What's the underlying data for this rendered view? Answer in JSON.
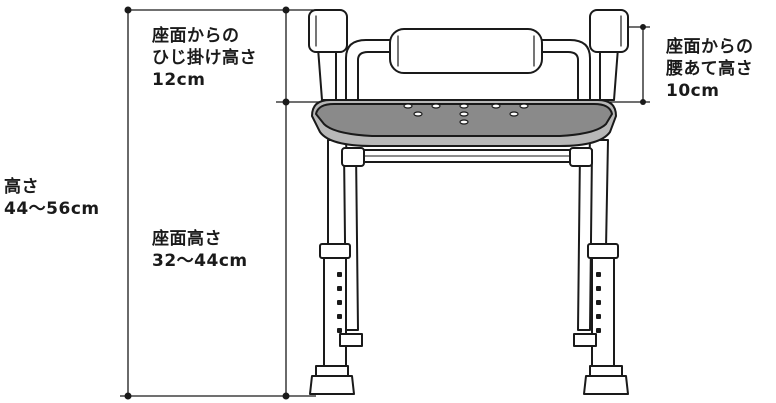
{
  "labels": {
    "total_height": {
      "line1": "高さ",
      "line2": "44～56cm"
    },
    "seat_height": {
      "line1": "座面高さ",
      "line2": "32～44cm"
    },
    "armrest_height": {
      "line1": "座面からの",
      "line2": "ひじ掛け高さ",
      "line3": "12cm"
    },
    "backrest_height": {
      "line1": "座面からの",
      "line2": "腰あて高さ",
      "line3": "10cm"
    }
  },
  "colors": {
    "line": "#1a1a1a",
    "seat_fill": "#8a8a8a",
    "seat_edge": "#b8b8b8",
    "frame_fill": "#ffffff",
    "pad_fill": "#ffffff"
  }
}
